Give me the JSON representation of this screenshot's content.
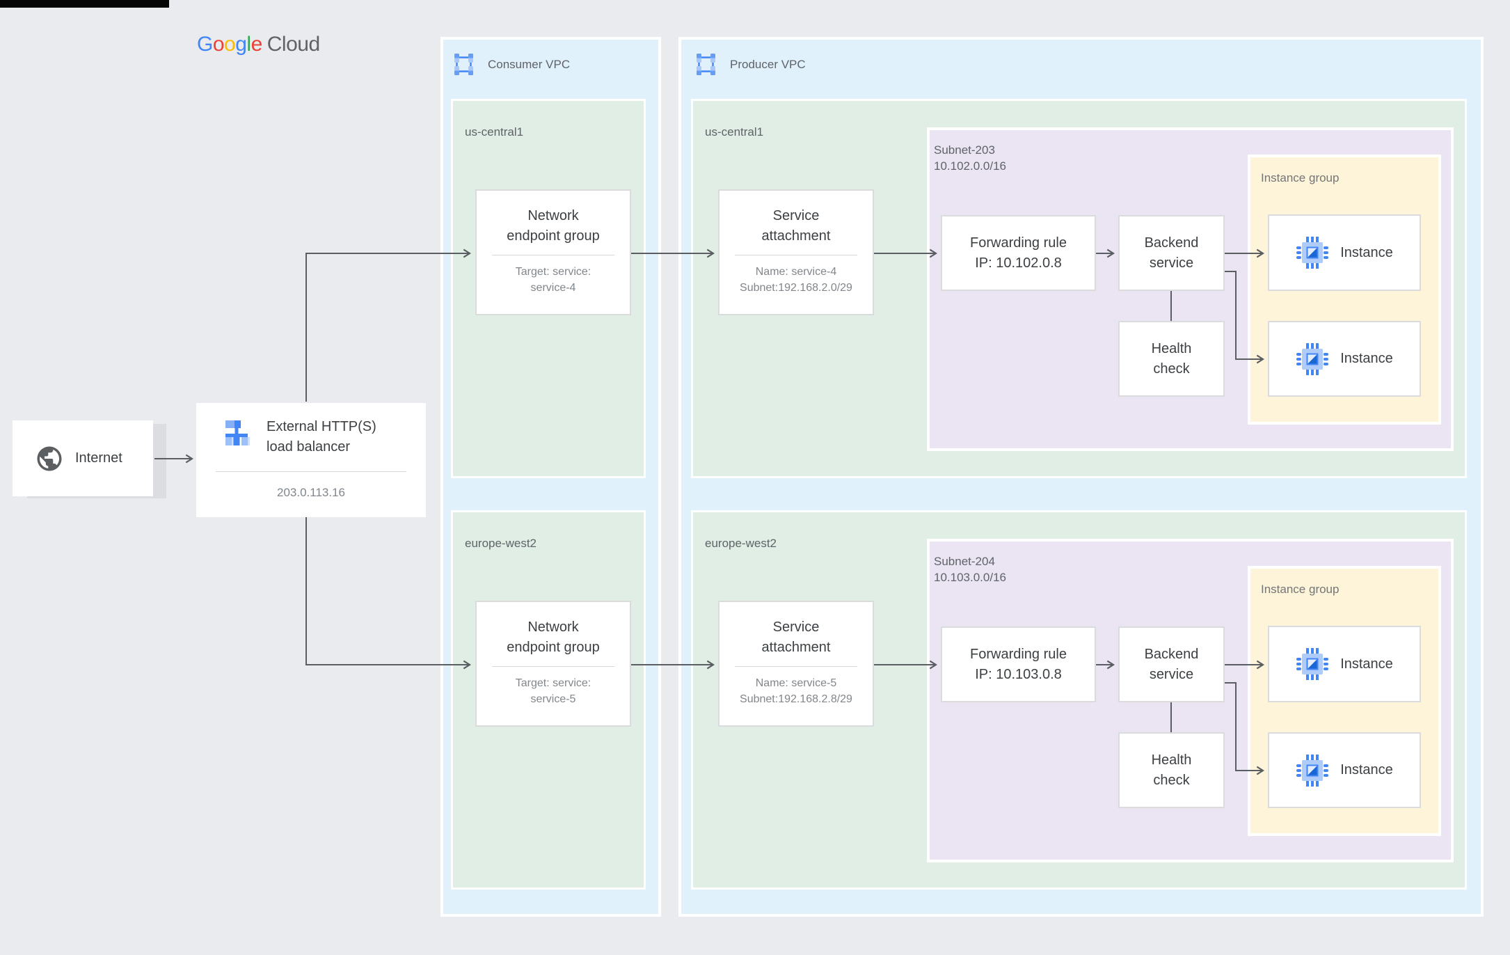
{
  "colors": {
    "page_bg": "#e9ebee",
    "vpc_bg": "#e0f1fc",
    "region_bg": "#e0eee6",
    "subnet_bg": "#ebe5f3",
    "instance_group_bg": "#fdf4d9",
    "wire": "#5a5d61",
    "brand_blue": "#4285f4",
    "brand_red": "#ea4335",
    "brand_yellow": "#fbbc05",
    "brand_green": "#34a853",
    "label_gray": "#5f6368"
  },
  "header": {
    "logo_letters": [
      "G",
      "o",
      "o",
      "g",
      "l",
      "e"
    ],
    "logo_suffix": "Cloud"
  },
  "internet": {
    "label": "Internet"
  },
  "load_balancer": {
    "title_lines": [
      "External HTTP(S)",
      "load balancer"
    ],
    "ip": "203.0.113.16"
  },
  "consumer_vpc": {
    "label": "Consumer VPC",
    "regions": [
      {
        "name": "us-central1",
        "neg": {
          "title_lines": [
            "Network",
            "endpoint group"
          ],
          "detail_lines": [
            "Target: service:",
            "service-4"
          ]
        }
      },
      {
        "name": "europe-west2",
        "neg": {
          "title_lines": [
            "Network",
            "endpoint group"
          ],
          "detail_lines": [
            "Target: service:",
            "service-5"
          ]
        }
      }
    ]
  },
  "producer_vpc": {
    "label": "Producer VPC",
    "regions": [
      {
        "name": "us-central1",
        "service_attachment": {
          "title_lines": [
            "Service",
            "attachment"
          ],
          "detail_lines": [
            "Name: service-4",
            "Subnet:192.168.2.0/29"
          ]
        },
        "subnet": {
          "name": "Subnet-203",
          "cidr": "10.102.0.0/16",
          "forwarding_rule_lines": [
            "Forwarding rule",
            "IP: 10.102.0.8"
          ],
          "backend_service_lines": [
            "Backend",
            "service"
          ],
          "health_check_lines": [
            "Health",
            "check"
          ],
          "instance_group": {
            "label": "Instance group",
            "instances": [
              "Instance",
              "Instance"
            ]
          }
        }
      },
      {
        "name": "europe-west2",
        "service_attachment": {
          "title_lines": [
            "Service",
            "attachment"
          ],
          "detail_lines": [
            "Name: service-5",
            "Subnet:192.168.2.8/29"
          ]
        },
        "subnet": {
          "name": "Subnet-204",
          "cidr": "10.103.0.0/16",
          "forwarding_rule_lines": [
            "Forwarding rule",
            "IP: 10.103.0.8"
          ],
          "backend_service_lines": [
            "Backend",
            "service"
          ],
          "health_check_lines": [
            "Health",
            "check"
          ],
          "instance_group": {
            "label": "Instance group",
            "instances": [
              "Instance",
              "Instance"
            ]
          }
        }
      }
    ]
  }
}
